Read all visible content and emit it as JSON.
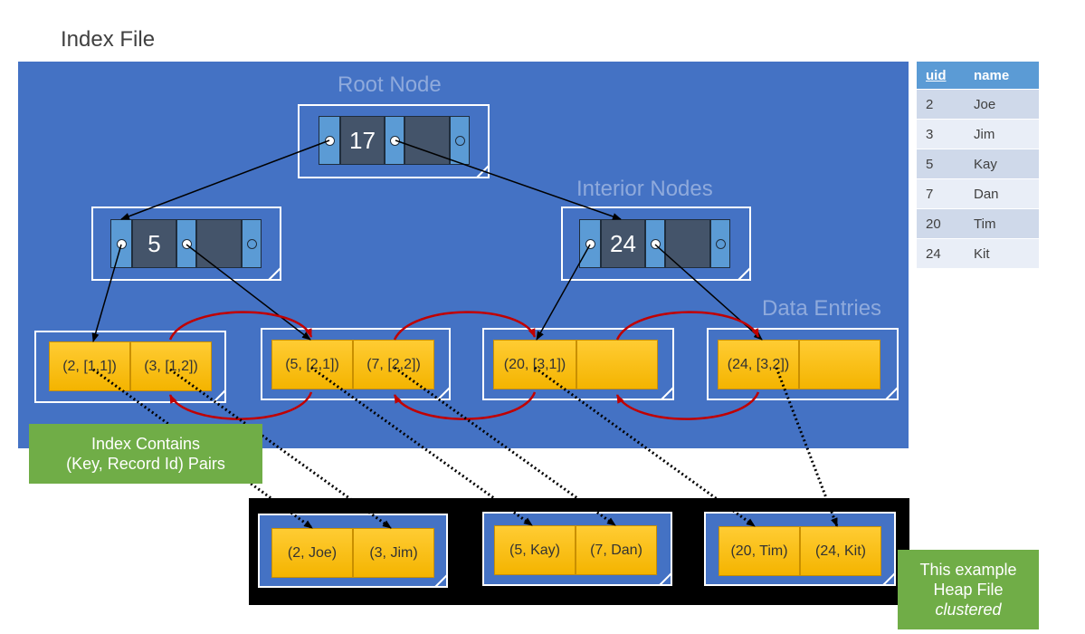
{
  "title": "Index File",
  "labels": {
    "root": "Root Node",
    "interior": "Interior Nodes",
    "data_entries": "Data Entries"
  },
  "root_node": {
    "key": "17"
  },
  "interior_nodes": [
    {
      "key": "5"
    },
    {
      "key": "24"
    }
  ],
  "leaf_pages": [
    {
      "entries": [
        "(2, [1,1])",
        "(3, [1,2])"
      ]
    },
    {
      "entries": [
        "(5, [2,1])",
        "(7, [2,2])"
      ]
    },
    {
      "entries": [
        "(20, [3,1])",
        ""
      ]
    },
    {
      "entries": [
        "(24, [3,2])",
        ""
      ]
    }
  ],
  "index_note": {
    "line1": "Index Contains",
    "line2": "(Key, Record Id) Pairs"
  },
  "table": {
    "headers": [
      "uid",
      "name"
    ],
    "rows": [
      [
        "2",
        "Joe"
      ],
      [
        "3",
        "Jim"
      ],
      [
        "5",
        "Kay"
      ],
      [
        "7",
        "Dan"
      ],
      [
        "20",
        "Tim"
      ],
      [
        "24",
        "Kit"
      ]
    ]
  },
  "heap_pages": [
    {
      "records": [
        "(2, Joe)",
        "(3, Jim)"
      ]
    },
    {
      "records": [
        "(5, Kay)",
        "(7, Dan)"
      ]
    },
    {
      "records": [
        "(20, Tim)",
        "(24, Kit)"
      ]
    }
  ],
  "heap_note": {
    "line1": "This example",
    "line2": "Heap File",
    "line3": "clustered"
  },
  "colors": {
    "index_bg": "#4472c4",
    "key_cell": "#44546a",
    "pointer_cell": "#5b9bd5",
    "entry": "#ffc000",
    "note": "#70ad47",
    "sibling_arrow": "#c00000"
  }
}
